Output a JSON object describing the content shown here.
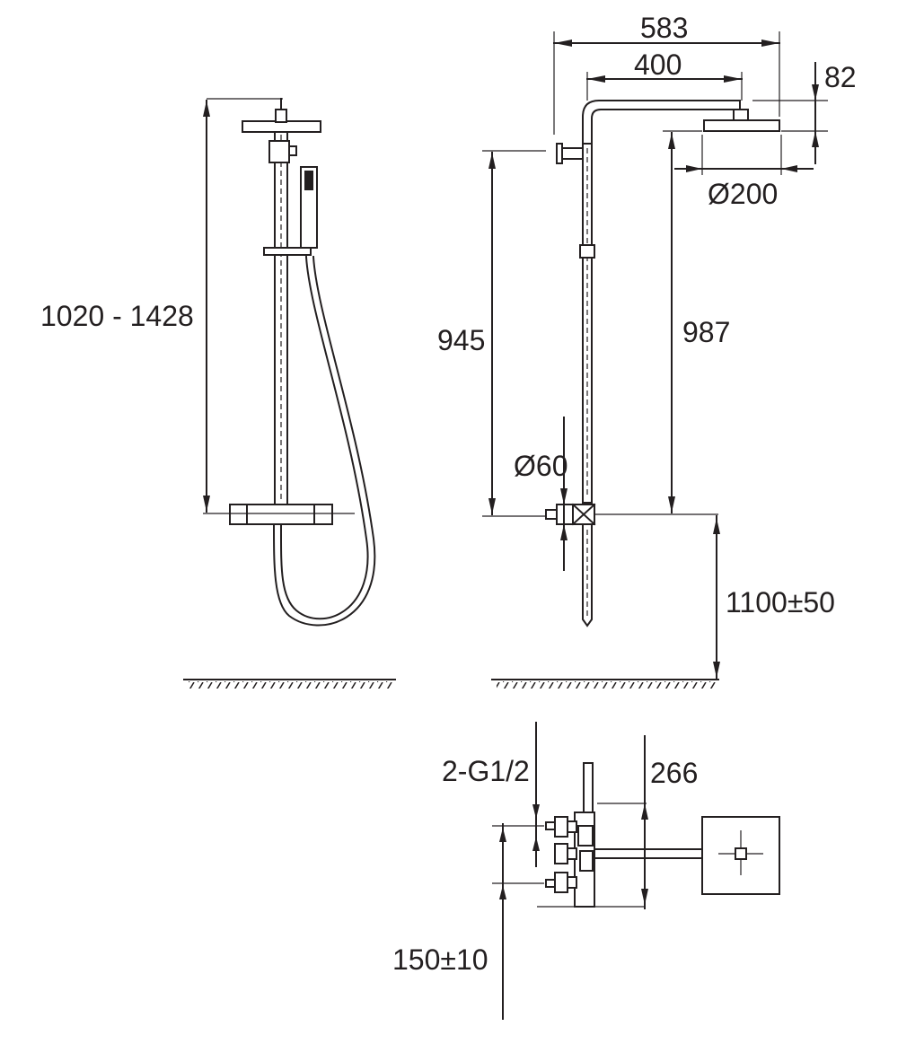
{
  "drawing": {
    "colors": {
      "line": "#231f20",
      "background": "#ffffff"
    },
    "dimensions": {
      "total_height_range": "1020 - 1428",
      "arm_projection_total": "583",
      "arm_length": "400",
      "head_thickness": "82",
      "head_diameter": "Ø200",
      "bracket_to_valve": "945",
      "valve_to_head": "987",
      "valve_diameter": "Ø60",
      "valve_height": "1100±50",
      "inlet_spec": "2-G1/2",
      "wall_projection": "266",
      "inlet_spacing": "150±10"
    }
  }
}
